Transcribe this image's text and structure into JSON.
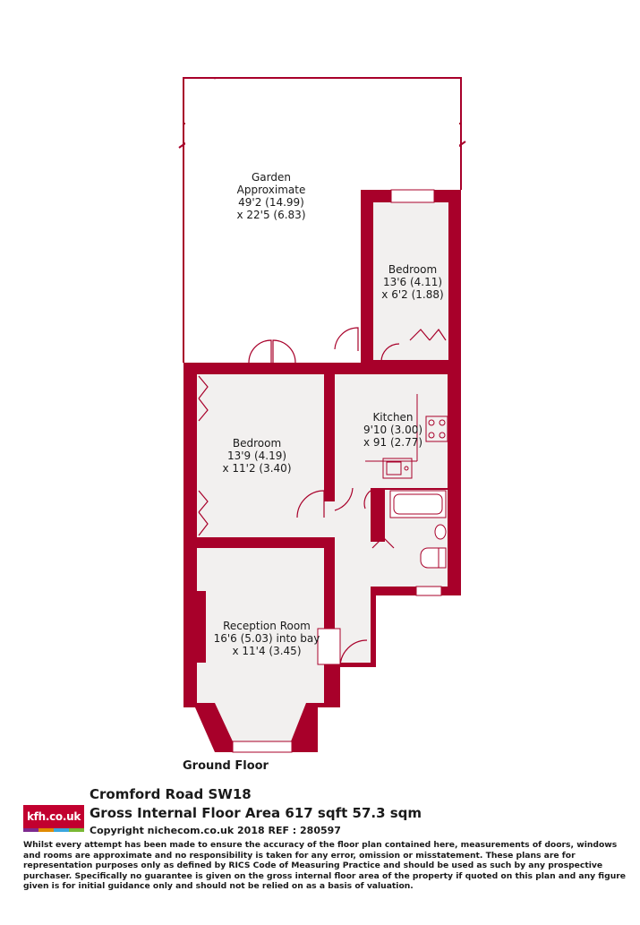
{
  "colors": {
    "wall": "#a8002a",
    "floor": "#f2f0ef",
    "accent": "#c2002f"
  },
  "rooms": {
    "garden": {
      "line1": "Garden",
      "line2": "Approximate",
      "line3": "49'2 (14.99)",
      "line4": "x 22'5 (6.83)"
    },
    "bedroom_rear": {
      "line1": "Bedroom",
      "line2": "13'6 (4.11)",
      "line3": "x 6'2 (1.88)"
    },
    "kitchen": {
      "line1": "Kitchen",
      "line2": "9'10 (3.00)",
      "line3": "x 91 (2.77)"
    },
    "bedroom_main": {
      "line1": "Bedroom",
      "line2": "13'9 (4.19)",
      "line3": "x 11'2 (3.40)"
    },
    "reception": {
      "line1": "Reception Room",
      "line2": "16'6 (5.03) into bay",
      "line3": "x 11'4 (3.45)"
    }
  },
  "floor_label": "Ground Floor",
  "logo": {
    "text": "kfh.co.uk",
    "bar_colors": [
      "#7d2a8e",
      "#e08a00",
      "#3aa6dd",
      "#79b833"
    ]
  },
  "property": {
    "address": "Cromford Road  SW18",
    "area": "Gross Internal Floor Area 617 sqft 57.3 sqm",
    "copyright": "Copyright nichecom.co.uk 2018 REF : 280597"
  },
  "disclaimer": "Whilst every attempt has been made to ensure the accuracy of the floor plan contained here, measurements of doors, windows and rooms are approximate and no responsibility is taken for any error, omission or misstatement.  These plans are for representation purposes only as defined by RICS Code of Measuring Practice and should be used as such by any prospective purchaser.  Specifically no guarantee is given on the gross internal floor area of the property if quoted on this plan and any figure given is for initial guidance only and should not be relied on as a basis of valuation."
}
